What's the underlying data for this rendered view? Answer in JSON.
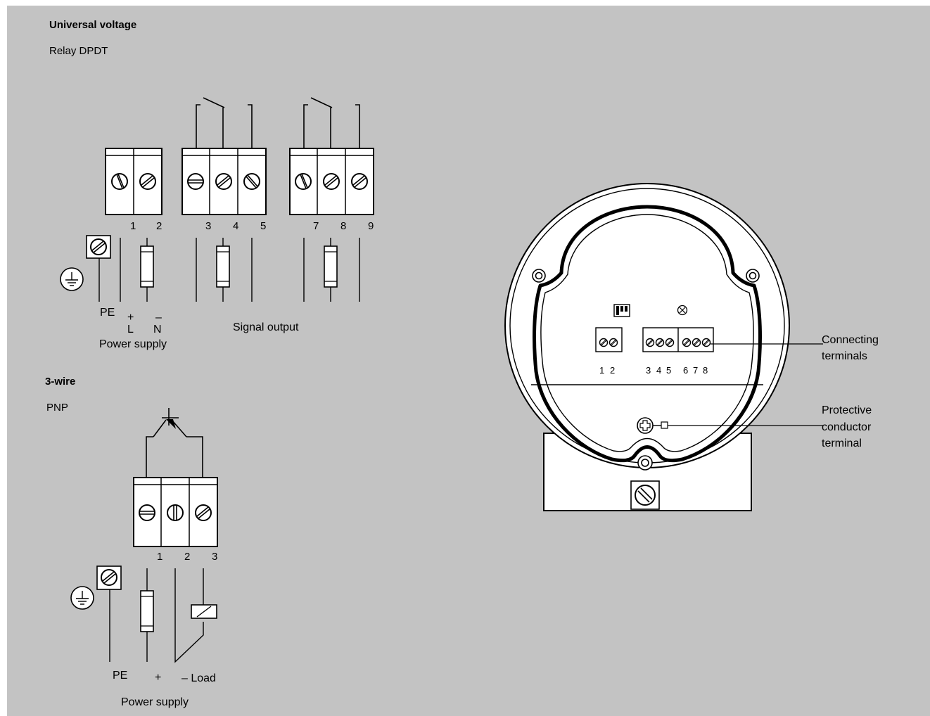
{
  "colors": {
    "background": "#c3c3c3",
    "block_fill": "#ffffff",
    "line": "#000000"
  },
  "relay": {
    "title": "Universal voltage",
    "subtitle": "Relay DPDT",
    "terminal_numbers": [
      "1",
      "2",
      "3",
      "4",
      "5",
      "7",
      "8",
      "9"
    ],
    "pe_label": "PE",
    "plus": "+",
    "minus": "–",
    "l_label": "L",
    "n_label": "N",
    "power_supply_label": "Power supply",
    "signal_output_label": "Signal output"
  },
  "three_wire": {
    "title": "3-wire",
    "subtitle": "PNP",
    "terminal_numbers": [
      "1",
      "2",
      "3"
    ],
    "pe_label": "PE",
    "plus": "+",
    "load_label": "– Load",
    "power_supply_label": "Power supply"
  },
  "housing": {
    "terminal_numbers": [
      "1",
      "2",
      "3",
      "4",
      "5",
      "6",
      "7",
      "8"
    ],
    "connecting_terminals_line1": "Connecting",
    "connecting_terminals_line2": "terminals",
    "protective_line1": "Protective",
    "protective_line2": "conductor",
    "protective_line3": "terminal"
  },
  "icons": [
    "screw-terminal-icon",
    "ground-symbol-icon",
    "fuse-icon",
    "relay-contact-icon",
    "transistor-icon",
    "load-icon",
    "protective-earth-icon",
    "dip-switch-icon",
    "potentiometer-icon"
  ]
}
